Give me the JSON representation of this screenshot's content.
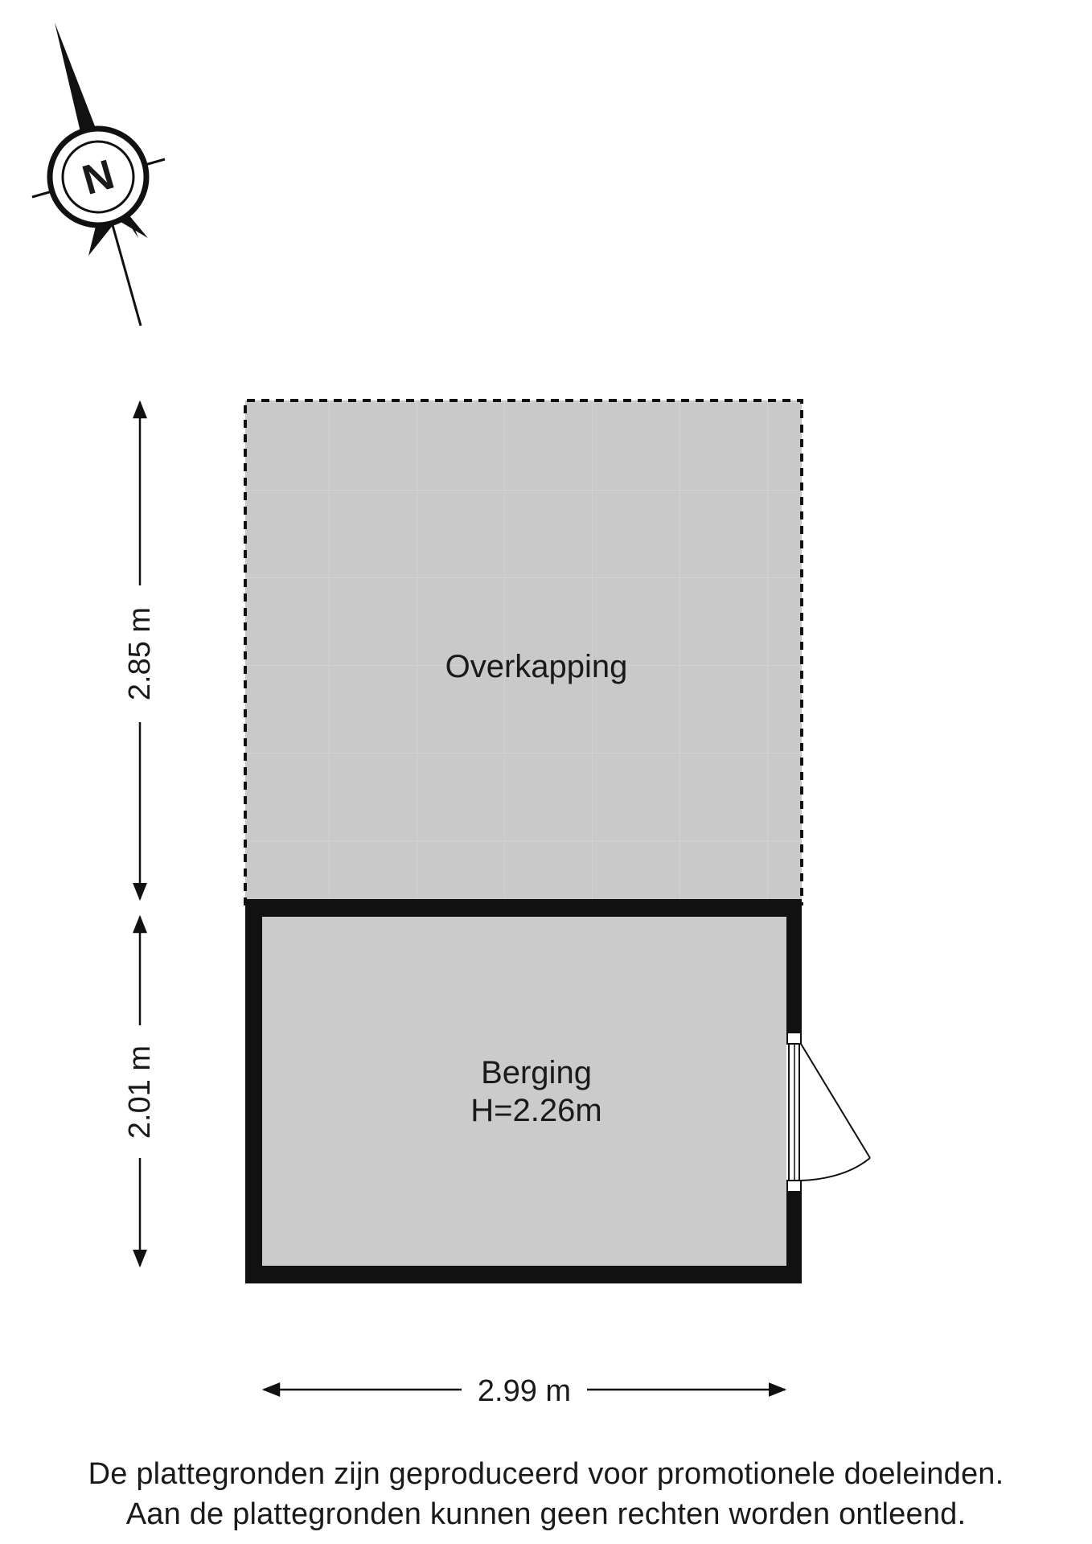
{
  "compass": {
    "icon": "north-arrow-icon",
    "letter": "N"
  },
  "rooms": {
    "overkapping": {
      "name": "Overkapping"
    },
    "berging": {
      "name": "Berging",
      "height": "H=2.26m"
    }
  },
  "dimensions": {
    "overkapping_depth": "2.85 m",
    "berging_depth": "2.01 m",
    "width": "2.99 m"
  },
  "disclaimer": {
    "line1": "De plattegronden zijn geproduceerd voor promotionele doeleinden.",
    "line2": "Aan de plattegronden kunnen geen rechten worden ontleend."
  },
  "colors": {
    "overkapping_fill": "#c8c8c8",
    "berging_fill": "#cbcbcb",
    "wall": "#111111"
  }
}
